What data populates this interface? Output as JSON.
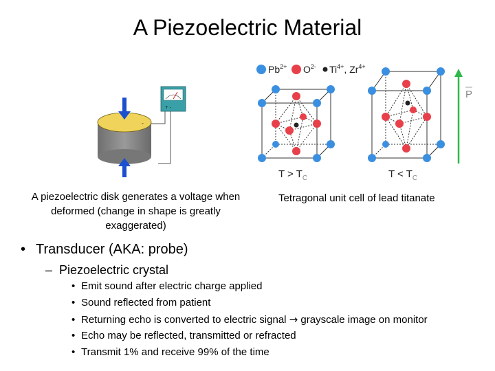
{
  "title": "A Piezoelectric Material",
  "figure_left": {
    "caption": "A piezoelectric disk generates a voltage when deformed (change in shape is greatly exaggerated)"
  },
  "figure_right": {
    "caption": "Tetragonal unit cell of lead titanate",
    "legend": {
      "pb": "Pb",
      "pb_sup": "2+",
      "o": "O",
      "o_sup": "2-",
      "ti": "Ti",
      "ti_sup": "4+",
      "zr": ", Zr",
      "zr_sup": "4+"
    },
    "label_high": "T > T",
    "label_high_sub": "C",
    "label_low": "T < T",
    "label_low_sub": "C",
    "polarization": "P"
  },
  "bullets": {
    "level1": "Transducer (AKA: probe)",
    "level2": "Piezoelectric crystal",
    "items": [
      "Emit sound after electric charge applied",
      "Sound reflected from patient",
      "Returning echo is converted to electric signal ",
      "Echo may be reflected, transmitted or refracted",
      "Transmit 1% and receive 99% of the time"
    ],
    "item3_tail": " grayscale image on monitor",
    "arrow_glyph": "→"
  },
  "colors": {
    "blue_atom": "#3a8fe0",
    "red_atom": "#e8404a",
    "disk_top": "#efd35a",
    "disk_side": "#8a8a8a",
    "arrow_blue": "#1a4fcf",
    "meter": "#3aa0a8",
    "polarization_arrow": "#2db84a"
  }
}
